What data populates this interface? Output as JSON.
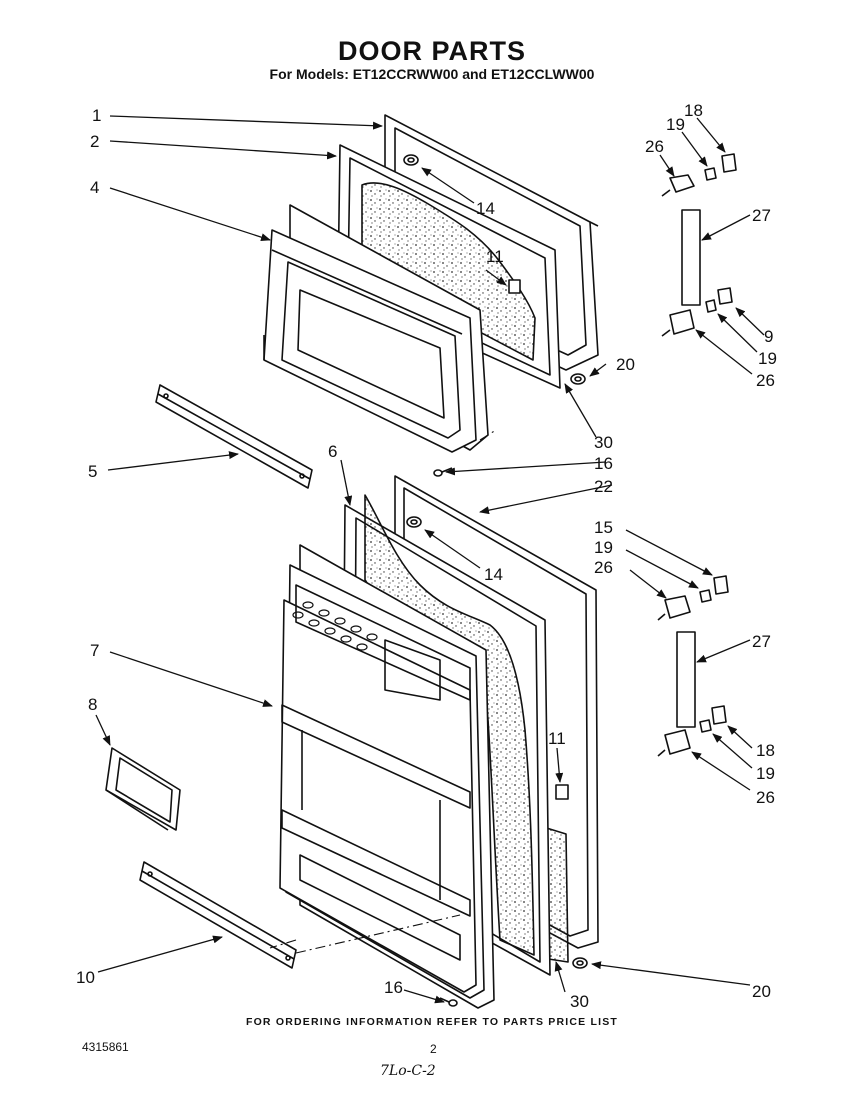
{
  "header": {
    "title": "DOOR PARTS",
    "subtitle": "For Models: ET12CCRWW00 and ET12CCLWW00"
  },
  "callouts": {
    "c1": "1",
    "c2": "2",
    "c4": "4",
    "c5": "5",
    "c6": "6",
    "c7": "7",
    "c8": "8",
    "c9": "9",
    "c10": "10",
    "c11a": "11",
    "c11b": "11",
    "c14a": "14",
    "c14b": "14",
    "c15": "15",
    "c16a": "16",
    "c16b": "16",
    "c18a": "18",
    "c18b": "18",
    "c19a": "19",
    "c19b": "19",
    "c19c": "19",
    "c19d": "19",
    "c20a": "20",
    "c20b": "20",
    "c22": "22",
    "c26a": "26",
    "c26b": "26",
    "c26c": "26",
    "c26d": "26",
    "c27a": "27",
    "c27b": "27",
    "c30a": "30",
    "c30b": "30"
  },
  "footer": {
    "note": "FOR ORDERING INFORMATION REFER TO PARTS PRICE LIST",
    "doc_number": "4315861",
    "page": "2",
    "handwritten": "7Lo-C-2"
  }
}
